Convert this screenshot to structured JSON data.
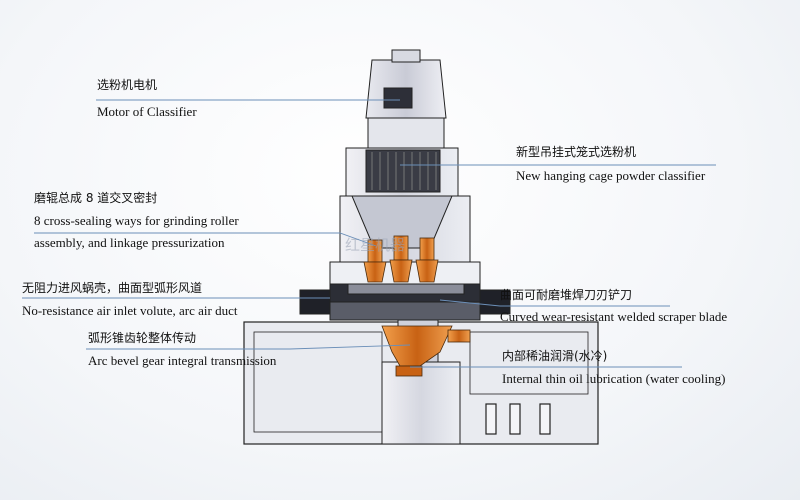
{
  "labels": {
    "motor": {
      "zh": "选粉机电机",
      "en": "Motor of Classifier"
    },
    "cage_classifier": {
      "zh": "新型吊挂式笼式选粉机",
      "en": "New hanging cage powder classifier"
    },
    "roller_seal": {
      "zh": "磨辊总成 8 道交叉密封",
      "en_line1": "8 cross-sealing ways for grinding roller",
      "en_line2": "assembly, and linkage pressurization"
    },
    "air_inlet": {
      "zh": "无阻力进风蜗壳，曲面型弧形风道",
      "en": "No-resistance air inlet volute, arc air duct"
    },
    "scraper": {
      "zh": "曲面可耐磨堆焊刀刃铲刀",
      "en": "Curved wear-resistant welded scraper blade"
    },
    "bevel_gear": {
      "zh": "弧形锥齿轮整体传动",
      "en": "Arc bevel gear integral transmission"
    },
    "oil": {
      "zh": "内部稀油润滑(水冷)",
      "en": "Internal thin oil lubrication (water cooling)"
    }
  },
  "colors": {
    "machine_body": "#d9dbe4",
    "machine_outline": "#222222",
    "roller_orange": "#d9741c",
    "leader_line": "#6b8fb8",
    "watermark": "#9aa3b5"
  },
  "watermark_text": "红星机器"
}
